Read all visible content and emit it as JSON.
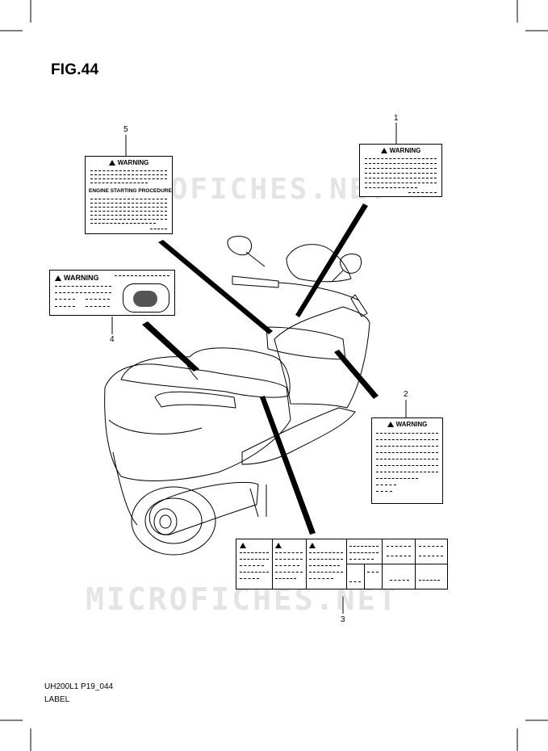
{
  "figure": {
    "title": "FIG.44"
  },
  "callouts": [
    {
      "number": "1"
    },
    {
      "number": "2"
    },
    {
      "number": "3"
    },
    {
      "number": "4"
    },
    {
      "number": "5"
    }
  ],
  "labels": {
    "label1": {
      "heading": "WARNING"
    },
    "label2": {
      "heading": "WARNING"
    },
    "label4": {
      "heading": "WARNING"
    },
    "label5": {
      "heading": "WARNING",
      "subheading": "ENGINE STARTING PROCEDURE"
    }
  },
  "watermark": {
    "text": "MICROFICHES.NET"
  },
  "footer": {
    "code": "UH200L1 P19_044",
    "name": "LABEL"
  }
}
